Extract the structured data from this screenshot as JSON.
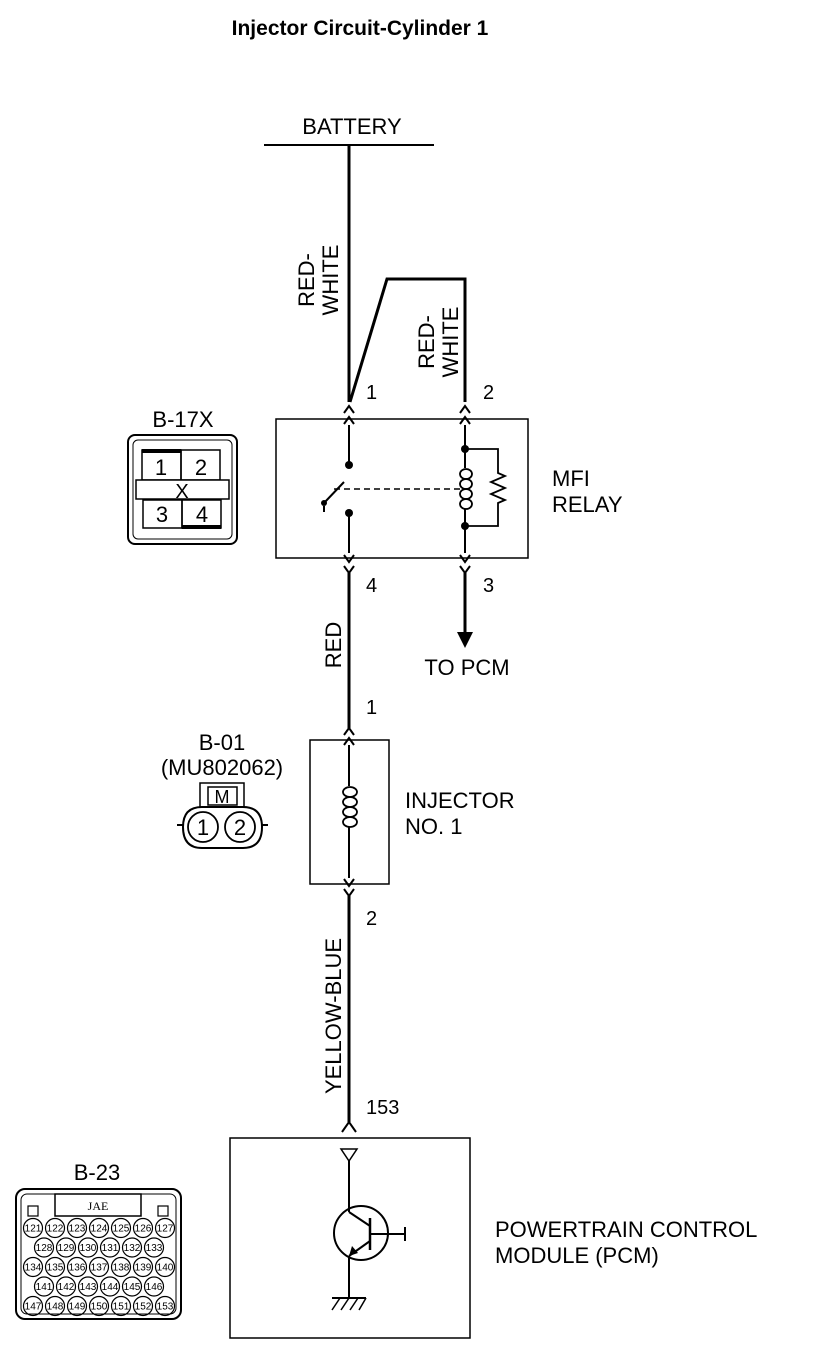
{
  "title": "Injector Circuit-Cylinder 1",
  "battery": "BATTERY",
  "wires": {
    "left_top": [
      "RED-",
      "WHITE"
    ],
    "right_top": [
      "RED-",
      "WHITE"
    ],
    "red": "RED",
    "yellow_blue": "YELLOW-BLUE"
  },
  "pins": {
    "relay_1": "1",
    "relay_2": "2",
    "relay_4": "4",
    "relay_3": "3",
    "injector_1": "1",
    "injector_2": "2",
    "pcm_153": "153"
  },
  "relay": {
    "line1": "MFI",
    "line2": "RELAY"
  },
  "to_pcm": "TO PCM",
  "injector": {
    "line1": "INJECTOR",
    "line2": "NO. 1"
  },
  "pcm": {
    "line1": "POWERTRAIN CONTROL",
    "line2": "MODULE (PCM)"
  },
  "connector_b17x": {
    "name": "B-17X",
    "pins": [
      "1",
      "2",
      "3",
      "4"
    ],
    "mark": "X"
  },
  "connector_b01": {
    "name": "B-01",
    "part": "(MU802062)",
    "mark": "M",
    "pins": [
      "1",
      "2"
    ]
  },
  "connector_b23": {
    "name": "B-23",
    "maker": "JAE",
    "rows": [
      [
        "121",
        "122",
        "123",
        "124",
        "125",
        "126",
        "127"
      ],
      [
        "128",
        "129",
        "130",
        "131",
        "132",
        "133"
      ],
      [
        "134",
        "135",
        "136",
        "137",
        "138",
        "139",
        "140"
      ],
      [
        "141",
        "142",
        "143",
        "144",
        "145",
        "146"
      ],
      [
        "147",
        "148",
        "149",
        "150",
        "151",
        "152",
        "153"
      ]
    ]
  }
}
